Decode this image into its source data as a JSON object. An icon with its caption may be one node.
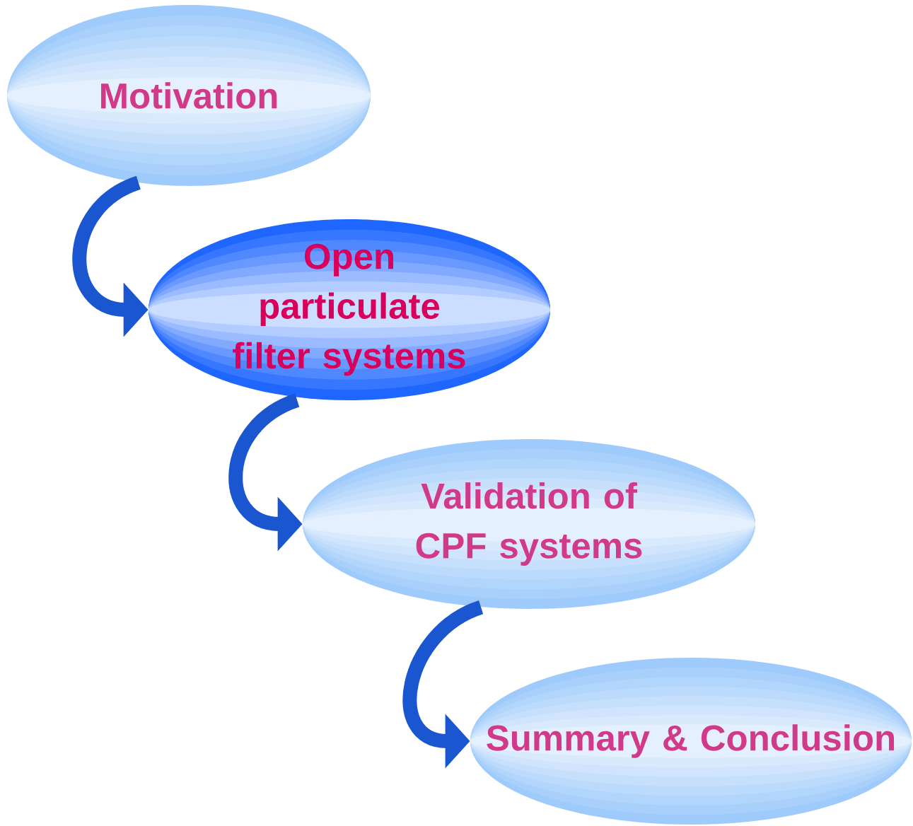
{
  "diagram": {
    "nodes": [
      {
        "text": [
          "Motivation"
        ]
      },
      {
        "text": [
          "Open particulate filter systems"
        ]
      },
      {
        "text": [
          "Validation of CPF systems"
        ]
      },
      {
        "text": [
          "Summary & Conclusion"
        ]
      }
    ],
    "edges": [
      {
        "from": 0,
        "to": 1,
        "arrow": "to"
      },
      {
        "from": 1,
        "to": 2,
        "arrow": "to"
      },
      {
        "from": 2,
        "to": 3,
        "arrow": "to"
      }
    ]
  }
}
